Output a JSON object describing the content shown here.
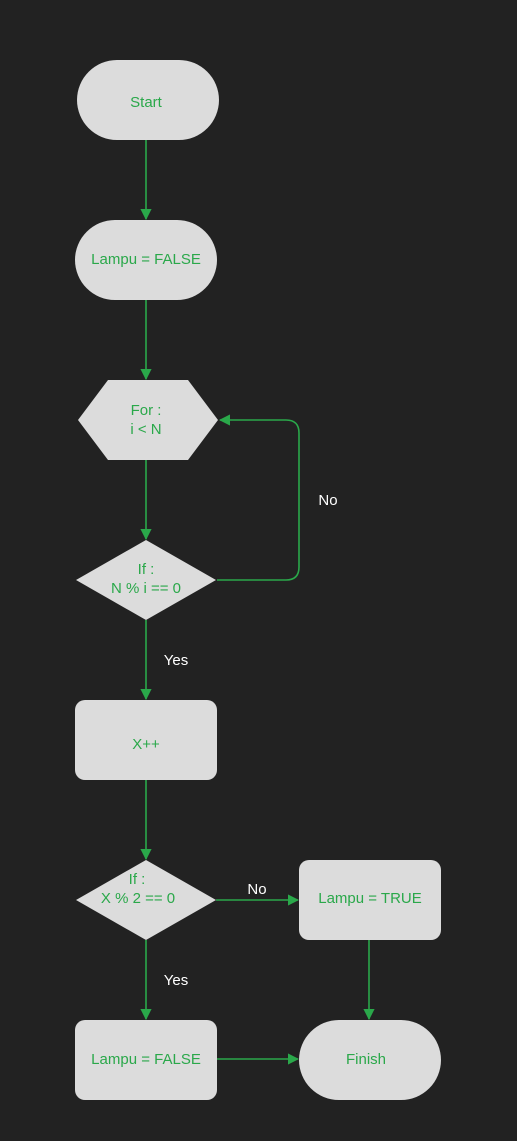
{
  "colors": {
    "background": "#222222",
    "node_fill": "#dcdcdc",
    "accent": "#2aa84a",
    "edge_label": "#ffffff"
  },
  "nodes": {
    "start": "Start",
    "init": "Lampu = FALSE",
    "loop_line1": "For :",
    "loop_line2": "i < N",
    "cond1_line1": "If :",
    "cond1_line2": "N % i == 0",
    "increment": "X++",
    "cond2_line1": "If :",
    "cond2_line2": "X % 2 == 0",
    "set_true": "Lampu = TRUE",
    "set_false": "Lampu = FALSE",
    "finish": "Finish"
  },
  "edges": {
    "cond1_no": "No",
    "cond1_yes": "Yes",
    "cond2_no": "No",
    "cond2_yes": "Yes"
  }
}
